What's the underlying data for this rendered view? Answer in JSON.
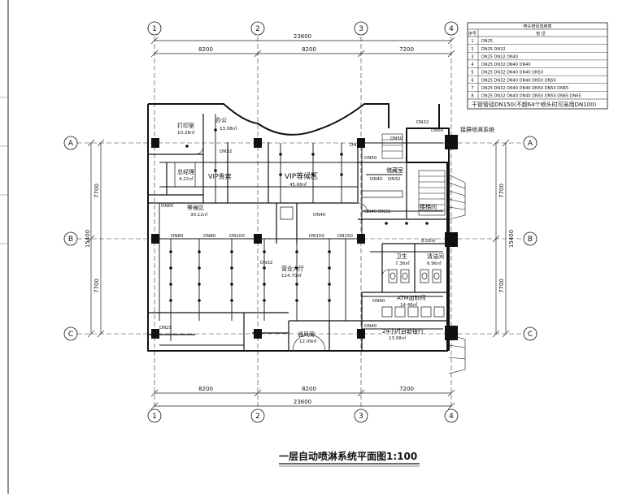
{
  "drawing": {
    "title": "一层自动喷淋系统平面图1:100",
    "dimensions": {
      "overall_top": "23600",
      "overall_bottom": "23600",
      "bay_top": [
        "8200",
        "8200",
        "7200"
      ],
      "bay_bottom": [
        "8200",
        "8200",
        "7200"
      ],
      "left_total": "15400",
      "left_bays": [
        "7700",
        "7700"
      ],
      "right_total": "15400",
      "right_bays": [
        "7700",
        "7700"
      ]
    },
    "column_axes": [
      "1",
      "2",
      "3",
      "4"
    ],
    "row_axes": [
      "A",
      "B",
      "C"
    ],
    "rooms": [
      {
        "id": "print",
        "label": "打印室",
        "area": "10.28㎡"
      },
      {
        "id": "office",
        "label": "办公",
        "area": "13.08㎡"
      },
      {
        "id": "manager",
        "label": "总经理",
        "area": "4.22㎡"
      },
      {
        "id": "vip-small",
        "label": "VIP贵宾",
        "area": ""
      },
      {
        "id": "vip-hall",
        "label": "VIP等候区",
        "area": "45.66㎡"
      },
      {
        "id": "wait",
        "label": "等候区",
        "area": "30.12㎡"
      },
      {
        "id": "hall",
        "label": "营业大厅",
        "area": "114.70㎡"
      },
      {
        "id": "storage",
        "label": "储藏室",
        "area": ""
      },
      {
        "id": "stair",
        "label": "楼梯间",
        "area": "8.00㎡"
      },
      {
        "id": "toilet",
        "label": "卫生",
        "area": "7.36㎡"
      },
      {
        "id": "clean",
        "label": "清洁间",
        "area": "6.96㎡"
      },
      {
        "id": "passage",
        "label": "ATM加钞间",
        "area": "14.46㎡"
      },
      {
        "id": "lobby",
        "label": "通风阁",
        "area": "12.09㎡"
      },
      {
        "id": "self",
        "label": "24小时自助银行",
        "area": "13.08㎡"
      }
    ],
    "pipe_labels": [
      "DN50",
      "DN32",
      "DN40",
      "DN25",
      "DN80",
      "DN100",
      "DN150",
      "DN65"
    ],
    "external_label": "接屏喷淋系统"
  },
  "legend": {
    "title": "喷头管径选用表",
    "headers": [
      "序号",
      "管  径"
    ],
    "rows": [
      {
        "no": "1",
        "text": "DN25"
      },
      {
        "no": "2",
        "text": "DN25  DN32"
      },
      {
        "no": "3",
        "text": "DN25  DN32  DN40"
      },
      {
        "no": "4",
        "text": "DN25  DN32  DN40  DN40"
      },
      {
        "no": "5",
        "text": "DN25  DN32  DN40  DN40  DN50"
      },
      {
        "no": "6",
        "text": "DN25  DN32  DN40  DN40  DN50  DN50"
      },
      {
        "no": "7",
        "text": "DN25  DN32  DN40  DN40  DN50  DN50  DN65"
      },
      {
        "no": "8",
        "text": "DN25  DN32  DN40  DN40  DN50  DN50  DN65  DN65"
      }
    ],
    "footnote": "干管管径DN150(不超64个喷头时可采用DN100)"
  }
}
